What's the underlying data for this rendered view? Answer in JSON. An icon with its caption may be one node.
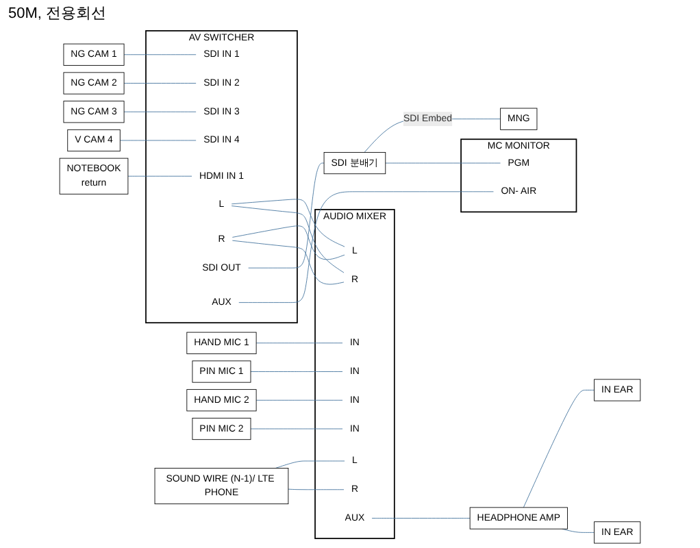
{
  "diagram": {
    "nodes": [
      {
        "text": [
          "NG CAM 1"
        ]
      },
      {
        "text": [
          "NG CAM 2"
        ]
      },
      {
        "text": [
          "NG CAM 3"
        ]
      },
      {
        "text": [
          "V CAM 4"
        ]
      },
      {
        "text": [
          "NOTEBOOK",
          "return"
        ]
      },
      {
        "text": [
          "AV SWITCHER"
        ]
      },
      {
        "text": [
          "SDI IN 1"
        ],
        "in": 5
      },
      {
        "text": [
          "SDI IN 2"
        ],
        "in": 5
      },
      {
        "text": [
          "SDI IN 3"
        ],
        "in": 5
      },
      {
        "text": [
          "SDI IN 4"
        ],
        "in": 5
      },
      {
        "text": [
          "HDMI IN 1"
        ],
        "in": 5
      },
      {
        "text": [
          "L"
        ],
        "in": 5
      },
      {
        "text": [
          "R"
        ],
        "in": 5
      },
      {
        "text": [
          "SDI OUT"
        ],
        "in": 5
      },
      {
        "text": [
          "AUX"
        ],
        "in": 5
      },
      {
        "text": [
          "SDI 분배기"
        ]
      },
      {
        "text": [
          "MNG"
        ]
      },
      {
        "text": [
          "MC MONITOR"
        ]
      },
      {
        "text": [
          "ON- AIR"
        ],
        "in": 17
      },
      {
        "text": [
          "PGM"
        ],
        "in": 17
      },
      {
        "text": [
          "AUDIO MIXER"
        ]
      },
      {
        "text": [
          "IN"
        ],
        "in": 20
      },
      {
        "text": [
          "IN"
        ],
        "in": 20
      },
      {
        "text": [
          "IN"
        ],
        "in": 20
      },
      {
        "text": [
          "IN"
        ],
        "in": 20
      },
      {
        "text": [
          "L"
        ],
        "in": 20
      },
      {
        "text": [
          "R"
        ],
        "in": 20
      },
      {
        "text": [
          "L"
        ],
        "in": 20
      },
      {
        "text": [
          "R"
        ],
        "in": 20
      },
      {
        "text": [
          "AUX"
        ],
        "in": 20
      },
      {
        "text": [
          "HAND MIC 1"
        ]
      },
      {
        "text": [
          "PIN MIC 1"
        ]
      },
      {
        "text": [
          "HAND MIC 2"
        ]
      },
      {
        "text": [
          "PIN MIC 2"
        ]
      },
      {
        "text": [
          "SOUND WIRE (N-1)/ LTE PHONE"
        ]
      },
      {
        "text": [
          "HEADPHONE AMP"
        ]
      },
      {
        "text": [
          "IN EAR"
        ]
      },
      {
        "text": [
          "IN EAR"
        ]
      }
    ],
    "edges": [
      {
        "from": 0,
        "to": 6,
        "arrow": "none"
      },
      {
        "from": 1,
        "to": 7,
        "arrow": "none"
      },
      {
        "from": 2,
        "to": 8,
        "arrow": "none"
      },
      {
        "from": 3,
        "to": 9,
        "arrow": "none"
      },
      {
        "from": 4,
        "to": 10,
        "arrow": "none"
      },
      {
        "from": 13,
        "to": 15,
        "arrow": "none"
      },
      {
        "from": 15,
        "to": 16,
        "label": "SDI Embed",
        "arrow": "none"
      },
      {
        "from": 15,
        "to": 19,
        "arrow": "none"
      },
      {
        "from": 14,
        "to": 18,
        "arrow": "none"
      },
      {
        "from": 11,
        "to": 27,
        "arrow": "none"
      },
      {
        "from": 11,
        "to": 28,
        "arrow": "none"
      },
      {
        "from": 12,
        "to": 27,
        "arrow": "none"
      },
      {
        "from": 12,
        "to": 28,
        "arrow": "none"
      },
      {
        "from": 30,
        "to": 21,
        "arrow": "none"
      },
      {
        "from": 31,
        "to": 22,
        "arrow": "none"
      },
      {
        "from": 32,
        "to": 23,
        "arrow": "none"
      },
      {
        "from": 33,
        "to": 24,
        "arrow": "none"
      },
      {
        "from": 34,
        "to": 25,
        "arrow": "none"
      },
      {
        "from": 34,
        "to": 26,
        "arrow": "none"
      },
      {
        "from": 29,
        "to": 35,
        "arrow": "none"
      },
      {
        "from": 35,
        "to": 36,
        "arrow": "none"
      },
      {
        "from": 35,
        "to": 37,
        "arrow": "none"
      }
    ],
    "labels": [
      "50M, 전용회선"
    ]
  }
}
